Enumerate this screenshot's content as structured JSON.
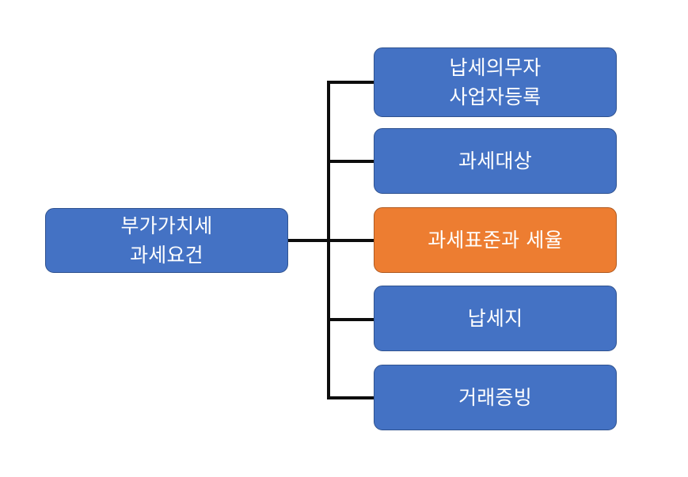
{
  "diagram": {
    "title": "부가가치세 과세요건",
    "type": "tree",
    "orientation": "left-to-right",
    "background_color": "#ffffff",
    "line_color": "#0d0d0d",
    "colors": {
      "blue_fill": "#4472c4",
      "blue_border": "#2f528f",
      "orange_fill": "#ed7d31",
      "orange_border": "#ae5a21",
      "text": "#ffffff"
    },
    "root": {
      "label": "부가가치세\n과세요건",
      "color": "blue"
    },
    "leaves": [
      {
        "label": "납세의무자\n사업자등록",
        "color": "blue"
      },
      {
        "label": "과세대상",
        "color": "blue"
      },
      {
        "label": "과세표준과 세율",
        "color": "orange"
      },
      {
        "label": "납세지",
        "color": "blue"
      },
      {
        "label": "거래증빙",
        "color": "blue"
      }
    ]
  }
}
